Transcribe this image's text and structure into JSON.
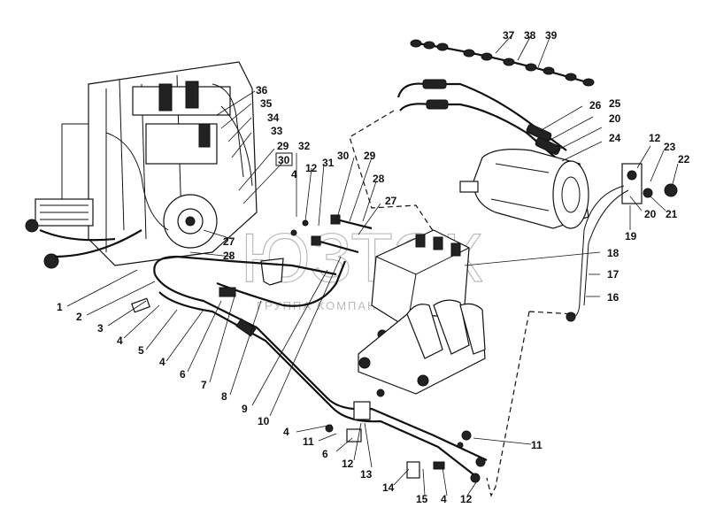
{
  "watermark": {
    "logo": "ЮЗТЭК",
    "text": "ГРУППА КОМПАНИЙ"
  },
  "callouts": [
    {
      "label": "37"
    },
    {
      "label": "38"
    },
    {
      "label": "39"
    },
    {
      "label": "36"
    },
    {
      "label": "35"
    },
    {
      "label": "34"
    },
    {
      "label": "33"
    },
    {
      "label": "29"
    },
    {
      "label": "30"
    },
    {
      "label": "32"
    },
    {
      "label": "12"
    },
    {
      "label": "31"
    },
    {
      "label": "30"
    },
    {
      "label": "29"
    },
    {
      "label": "4"
    },
    {
      "label": "28"
    },
    {
      "label": "27"
    },
    {
      "label": "27"
    },
    {
      "label": "28"
    },
    {
      "label": "26"
    },
    {
      "label": "25"
    },
    {
      "label": "20"
    },
    {
      "label": "24"
    },
    {
      "label": "12"
    },
    {
      "label": "23"
    },
    {
      "label": "22"
    },
    {
      "label": "20"
    },
    {
      "label": "21"
    },
    {
      "label": "19"
    },
    {
      "label": "18"
    },
    {
      "label": "17"
    },
    {
      "label": "16"
    },
    {
      "label": "1"
    },
    {
      "label": "2"
    },
    {
      "label": "3"
    },
    {
      "label": "4"
    },
    {
      "label": "5"
    },
    {
      "label": "4"
    },
    {
      "label": "6"
    },
    {
      "label": "7"
    },
    {
      "label": "8"
    },
    {
      "label": "9"
    },
    {
      "label": "10"
    },
    {
      "label": "4"
    },
    {
      "label": "11"
    },
    {
      "label": "6"
    },
    {
      "label": "12"
    },
    {
      "label": "13"
    },
    {
      "label": "14"
    },
    {
      "label": "15"
    },
    {
      "label": "4"
    },
    {
      "label": "12"
    },
    {
      "label": "11"
    }
  ]
}
